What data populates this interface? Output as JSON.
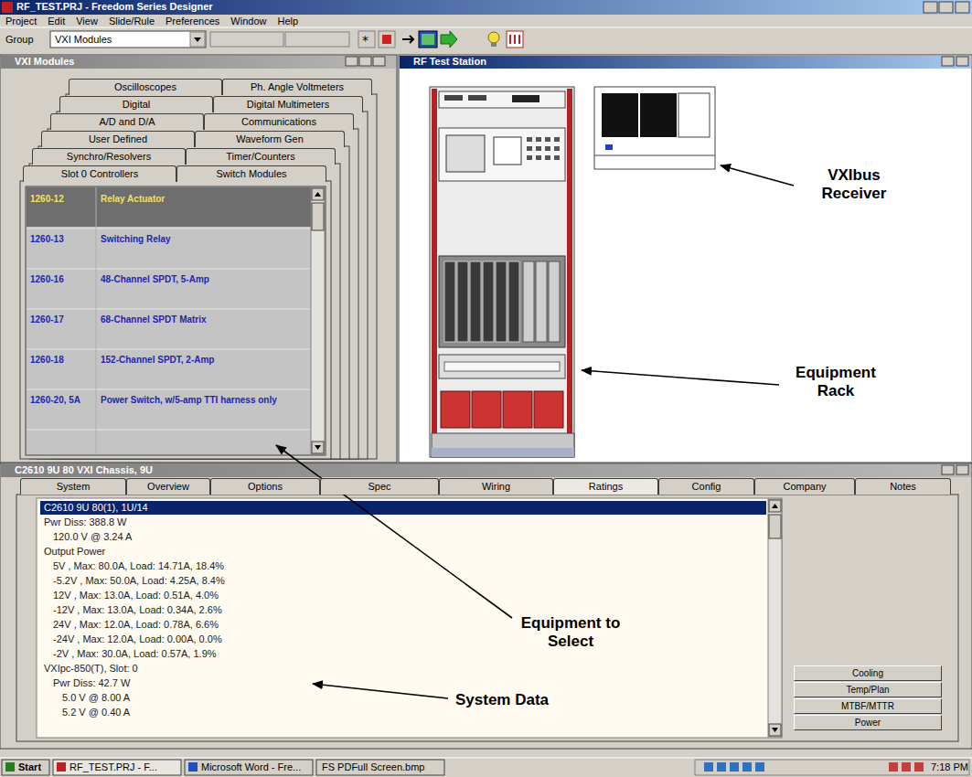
{
  "diagram": {
    "nodes": [
      {
        "text": [
          "RF_TEST.PRJ - Freedom Series Designer"
        ]
      },
      {
        "text": [
          "VXI Modules"
        ],
        "in": 0
      },
      {
        "text": [
          "RF Test Station"
        ],
        "in": 0
      },
      {
        "text": [
          "C2610 9U 80 VXI Chassis, 9U"
        ],
        "in": 0
      },
      {
        "text": [
          "Cooling"
        ],
        "in": 3
      },
      {
        "text": [
          "Temp/Plan"
        ],
        "in": 3
      },
      {
        "text": [
          "MTBF/MTTR"
        ],
        "in": 3
      },
      {
        "text": [
          "Power"
        ],
        "in": 3
      }
    ],
    "labels": [
      "Project",
      "Edit",
      "View",
      "Slide/Rule",
      "Preferences",
      "Window",
      "Help",
      "Group",
      "VXI Modules",
      "Oscilloscopes",
      "Ph. Angle Voltmeters",
      "Digital",
      "Digital Multimeters",
      "A/D and D/A",
      "Communications",
      "User Defined",
      "Waveform Gen",
      "Synchro/Resolvers",
      "Timer/Counters",
      "Slot 0 Controllers",
      "Switch Modules",
      "1260-12",
      "Relay Actuator",
      "1260-13",
      "Switching Relay",
      "1260-16",
      "48-Channel SPDT, 5-Amp",
      "1260-17",
      "68-Channel SPDT Matrix",
      "1260-18",
      "152-Channel SPDT, 2-Amp",
      "1260-20, 5A",
      "Power Switch, w/5-amp TTI harness only",
      "VXIbus Receiver",
      "Equipment Rack",
      "Equipment to Select",
      "System Data",
      "System",
      "Overview",
      "Options",
      "Spec",
      "Wiring",
      "Ratings",
      "Config",
      "Company",
      "Notes",
      "C2610 9U 80(1), 1U/14",
      "Pwr Diss: 388.8 W",
      "120.0 V @ 3.24 A",
      "Output Power",
      "5V , Max: 80.0A, Load: 14.71A, 18.4%",
      "-5.2V , Max: 50.0A, Load: 4.25A, 8.4%",
      "12V , Max: 13.0A, Load: 0.51A, 4.0%",
      "-12V , Max: 13.0A, Load: 0.34A, 2.6%",
      "24V , Max: 12.0A, Load: 0.78A, 6.6%",
      "-24V , Max: 12.0A, Load: 0.00A, 0.0%",
      "-2V , Max: 30.0A, Load: 0.57A, 1.9%",
      "VXIpc-850(T), Slot: 0",
      "Pwr Diss: 42.7 W",
      "5.0 V @ 8.00 A",
      "5.2 V @ 0.40 A",
      "Start",
      "RF_TEST.PRJ - F...",
      "Microsoft Word - Fre...",
      "FS PDFull Screen.bmp",
      "7:18 PM"
    ]
  }
}
